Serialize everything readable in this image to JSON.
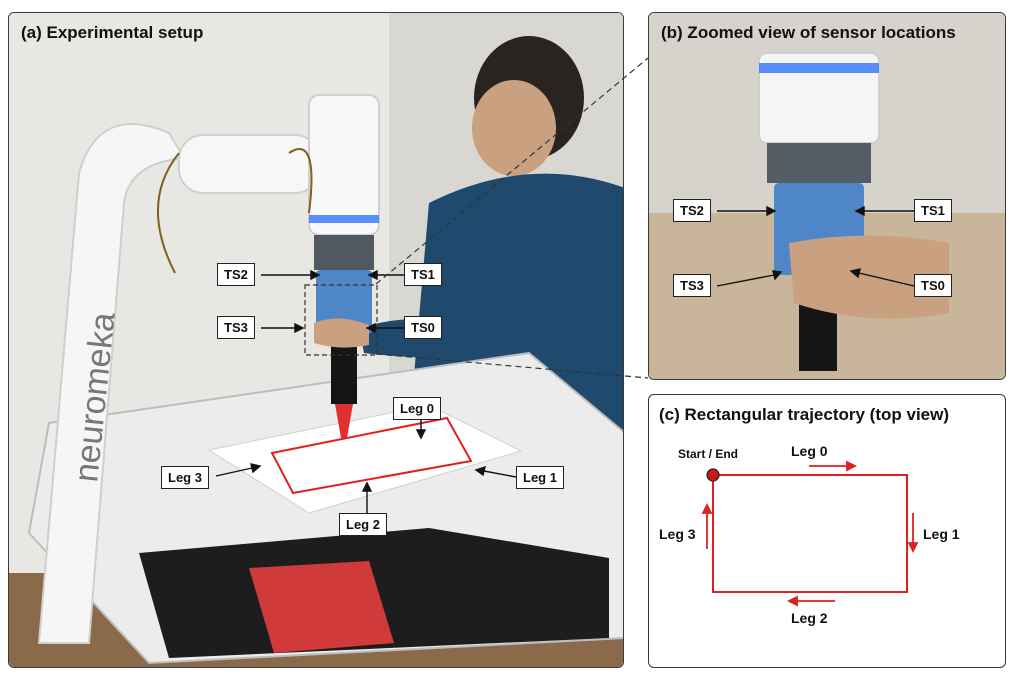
{
  "panel_a": {
    "title": "(a) Experimental setup",
    "robot_brand": "neuromeka",
    "labels": {
      "ts2": "TS2",
      "ts1": "TS1",
      "ts3": "TS3",
      "ts0": "TS0",
      "leg0": "Leg 0",
      "leg1": "Leg 1",
      "leg2": "Leg 2",
      "leg3": "Leg 3"
    }
  },
  "panel_b": {
    "title": "(b) Zoomed view of sensor locations",
    "labels": {
      "ts2": "TS2",
      "ts1": "TS1",
      "ts3": "TS3",
      "ts0": "TS0"
    }
  },
  "panel_c": {
    "title": "(c) Rectangular trajectory (top view)",
    "start_label": "Start / End",
    "labels": {
      "leg0": "Leg 0",
      "leg1": "Leg 1",
      "leg2": "Leg 2",
      "leg3": "Leg 3"
    }
  },
  "colors": {
    "trajectory": "#e02020",
    "start_dot": "#c81818",
    "led": "#3a7bff",
    "sensor_block": "#4f86c8"
  }
}
